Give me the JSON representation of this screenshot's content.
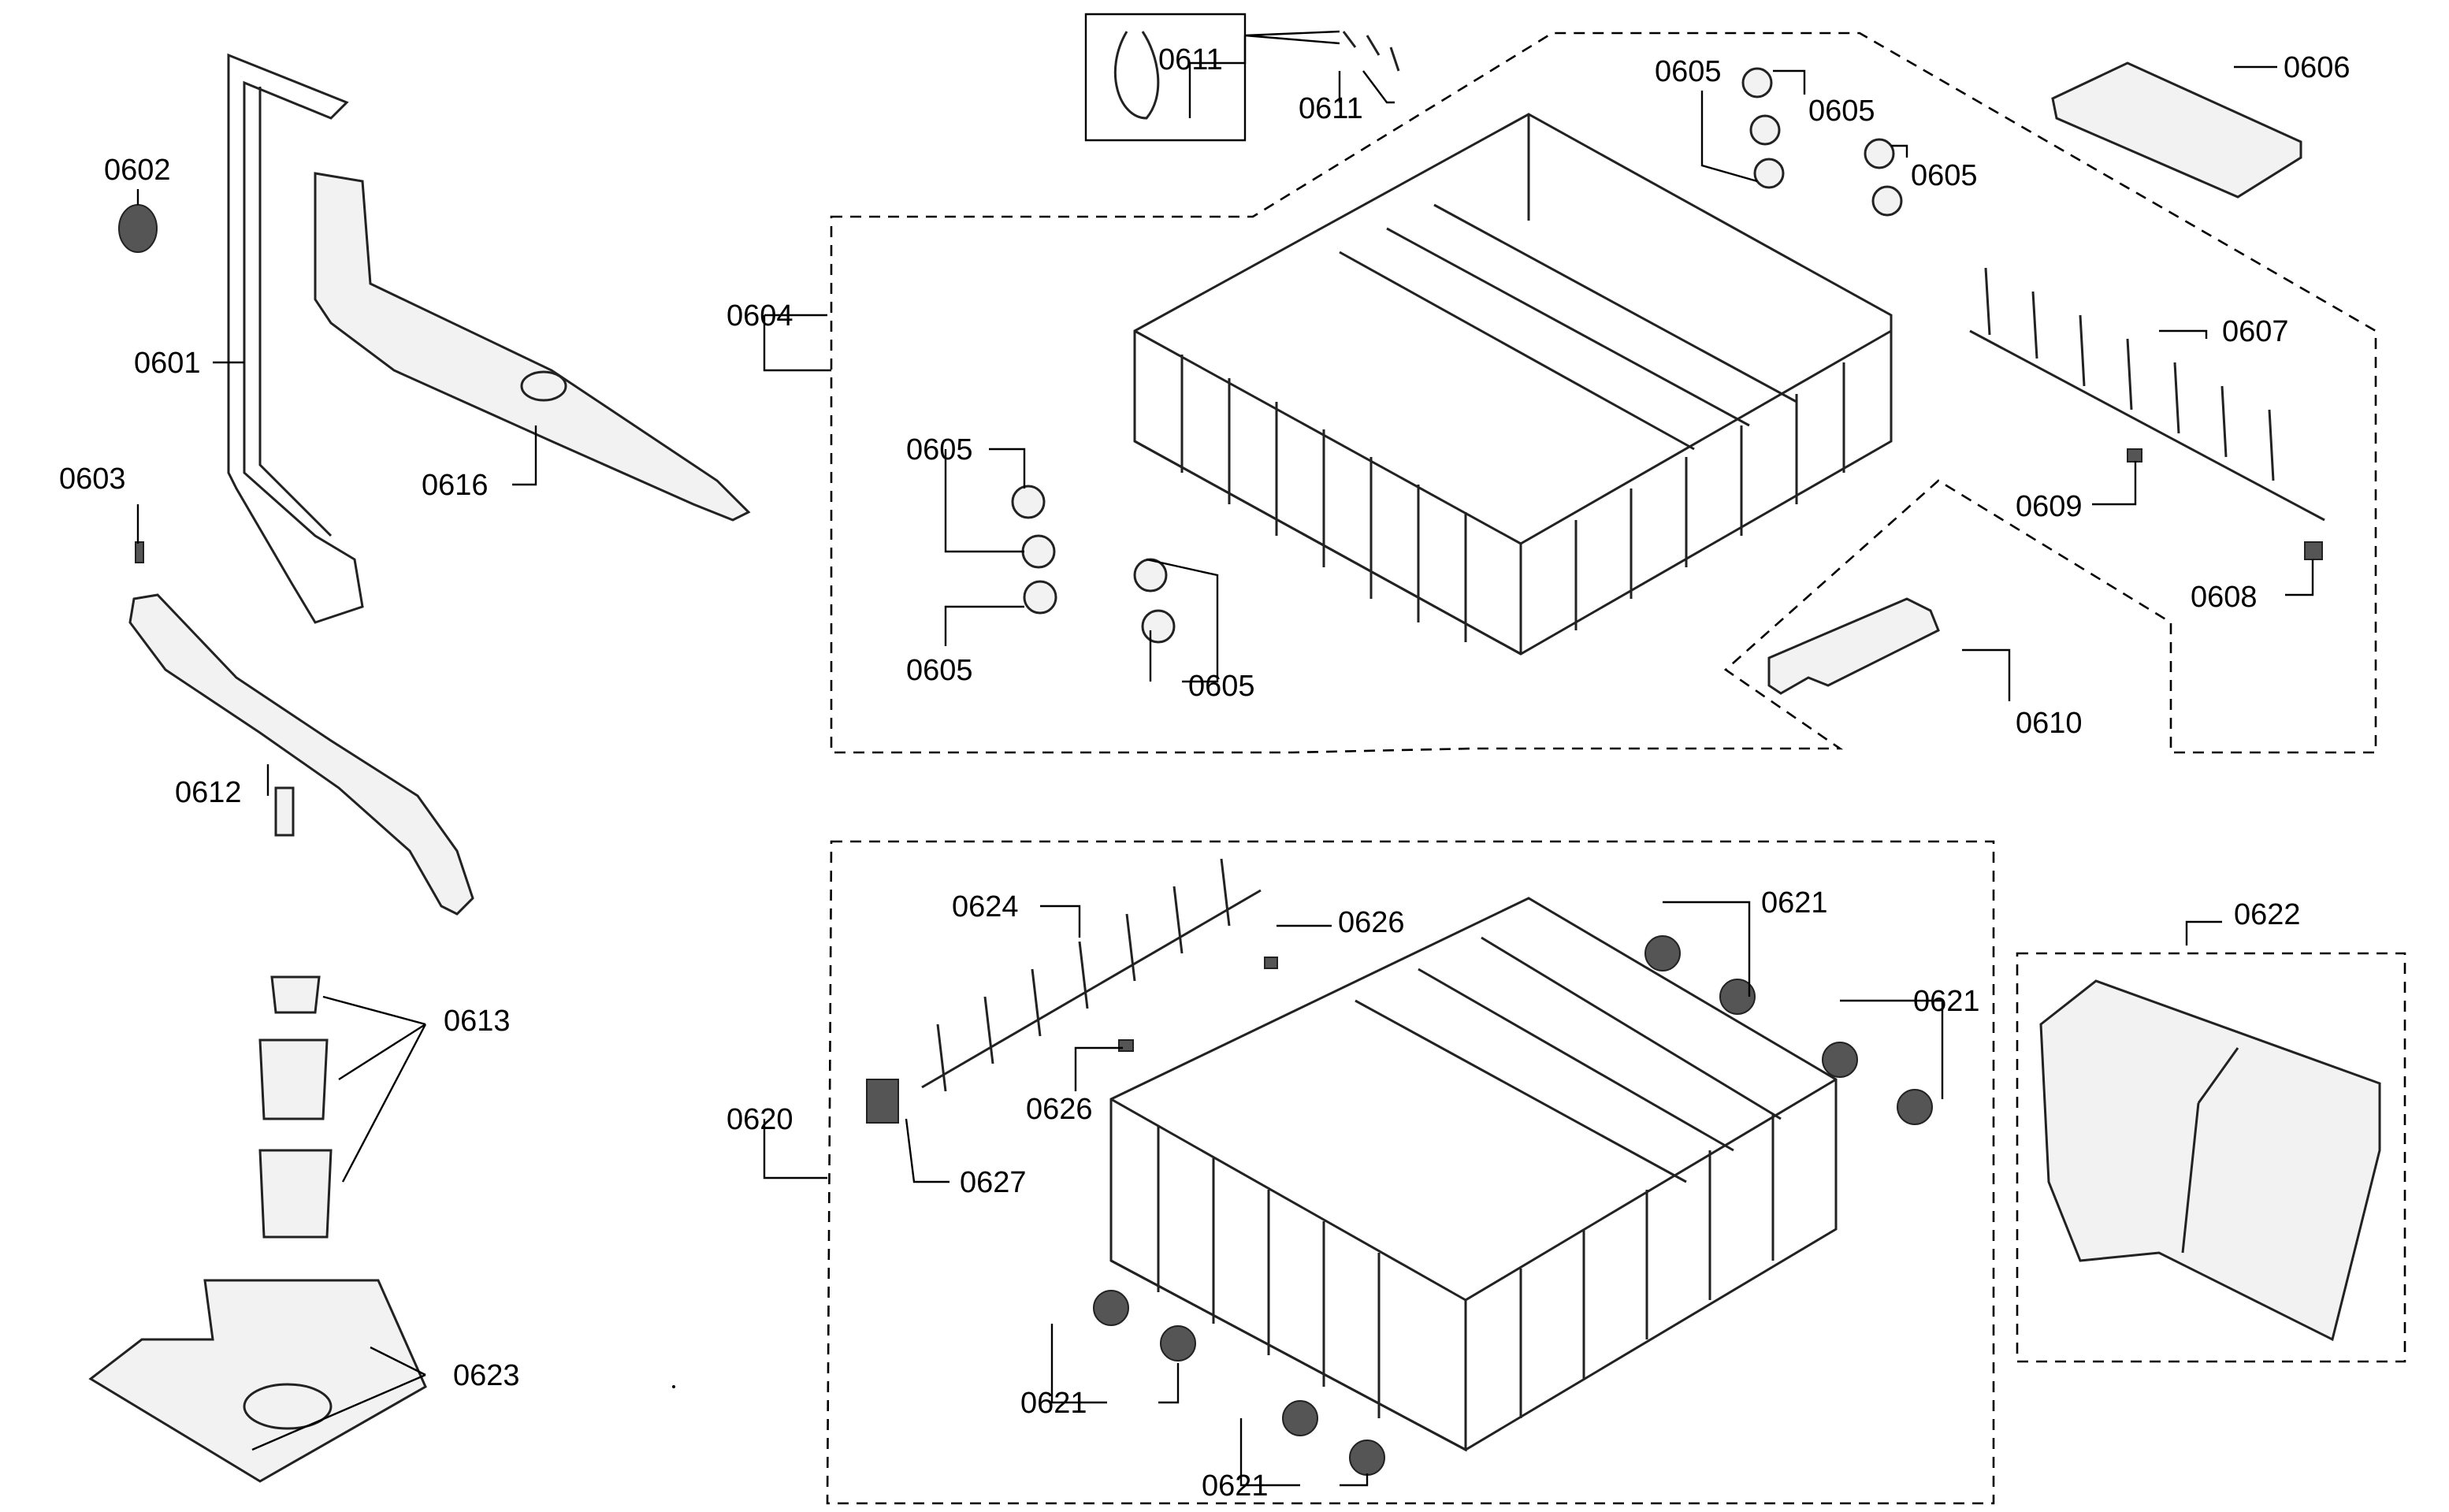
{
  "callouts": [
    {
      "id": "c0601",
      "text": "0601"
    },
    {
      "id": "c0602",
      "text": "0602"
    },
    {
      "id": "c0603",
      "text": "0603"
    },
    {
      "id": "c0604",
      "text": "0604"
    },
    {
      "id": "c0605a",
      "text": "0605"
    },
    {
      "id": "c0605b",
      "text": "0605"
    },
    {
      "id": "c0605c",
      "text": "0605"
    },
    {
      "id": "c0605d",
      "text": "0605"
    },
    {
      "id": "c0605e",
      "text": "0605"
    },
    {
      "id": "c0605f",
      "text": "0605"
    },
    {
      "id": "c0606",
      "text": "0606"
    },
    {
      "id": "c0607",
      "text": "0607"
    },
    {
      "id": "c0608",
      "text": "0608"
    },
    {
      "id": "c0609",
      "text": "0609"
    },
    {
      "id": "c0610",
      "text": "0610"
    },
    {
      "id": "c0611a",
      "text": "0611"
    },
    {
      "id": "c0611b",
      "text": "0611"
    },
    {
      "id": "c0612",
      "text": "0612"
    },
    {
      "id": "c0613",
      "text": "0613"
    },
    {
      "id": "c0616",
      "text": "0616"
    },
    {
      "id": "c0620",
      "text": "0620"
    },
    {
      "id": "c0621a",
      "text": "0621"
    },
    {
      "id": "c0621b",
      "text": "0621"
    },
    {
      "id": "c0621c",
      "text": "0621"
    },
    {
      "id": "c0621d",
      "text": "0621"
    },
    {
      "id": "c0622",
      "text": "0622"
    },
    {
      "id": "c0623",
      "text": "0623"
    },
    {
      "id": "c0624",
      "text": "0624"
    },
    {
      "id": "c0626a",
      "text": "0626"
    },
    {
      "id": "c0626b",
      "text": "0626"
    },
    {
      "id": "c0627",
      "text": "0627"
    }
  ]
}
